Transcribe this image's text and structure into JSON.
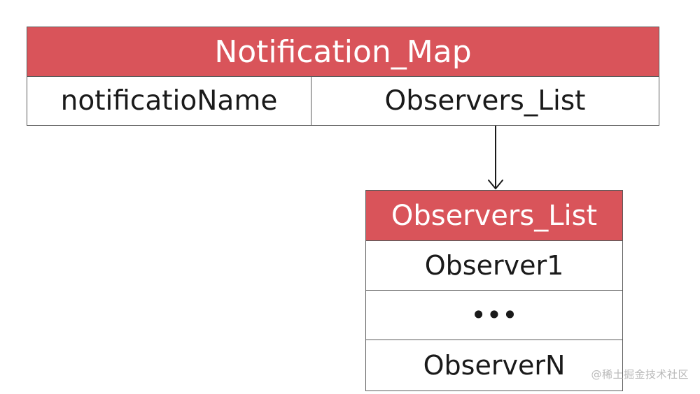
{
  "map_table": {
    "title": "Notification_Map",
    "key_label": "notificatioName",
    "value_label": "Observers_List"
  },
  "list_table": {
    "title": "Observers_List",
    "rows": [
      "Observer1",
      "•••",
      "ObserverN"
    ]
  },
  "watermark": "@稀土掘金技术社区",
  "colors": {
    "header_bg": "#d9545a",
    "header_text": "#ffffff",
    "border": "#5a5a5a",
    "text": "#1a1a1a"
  }
}
